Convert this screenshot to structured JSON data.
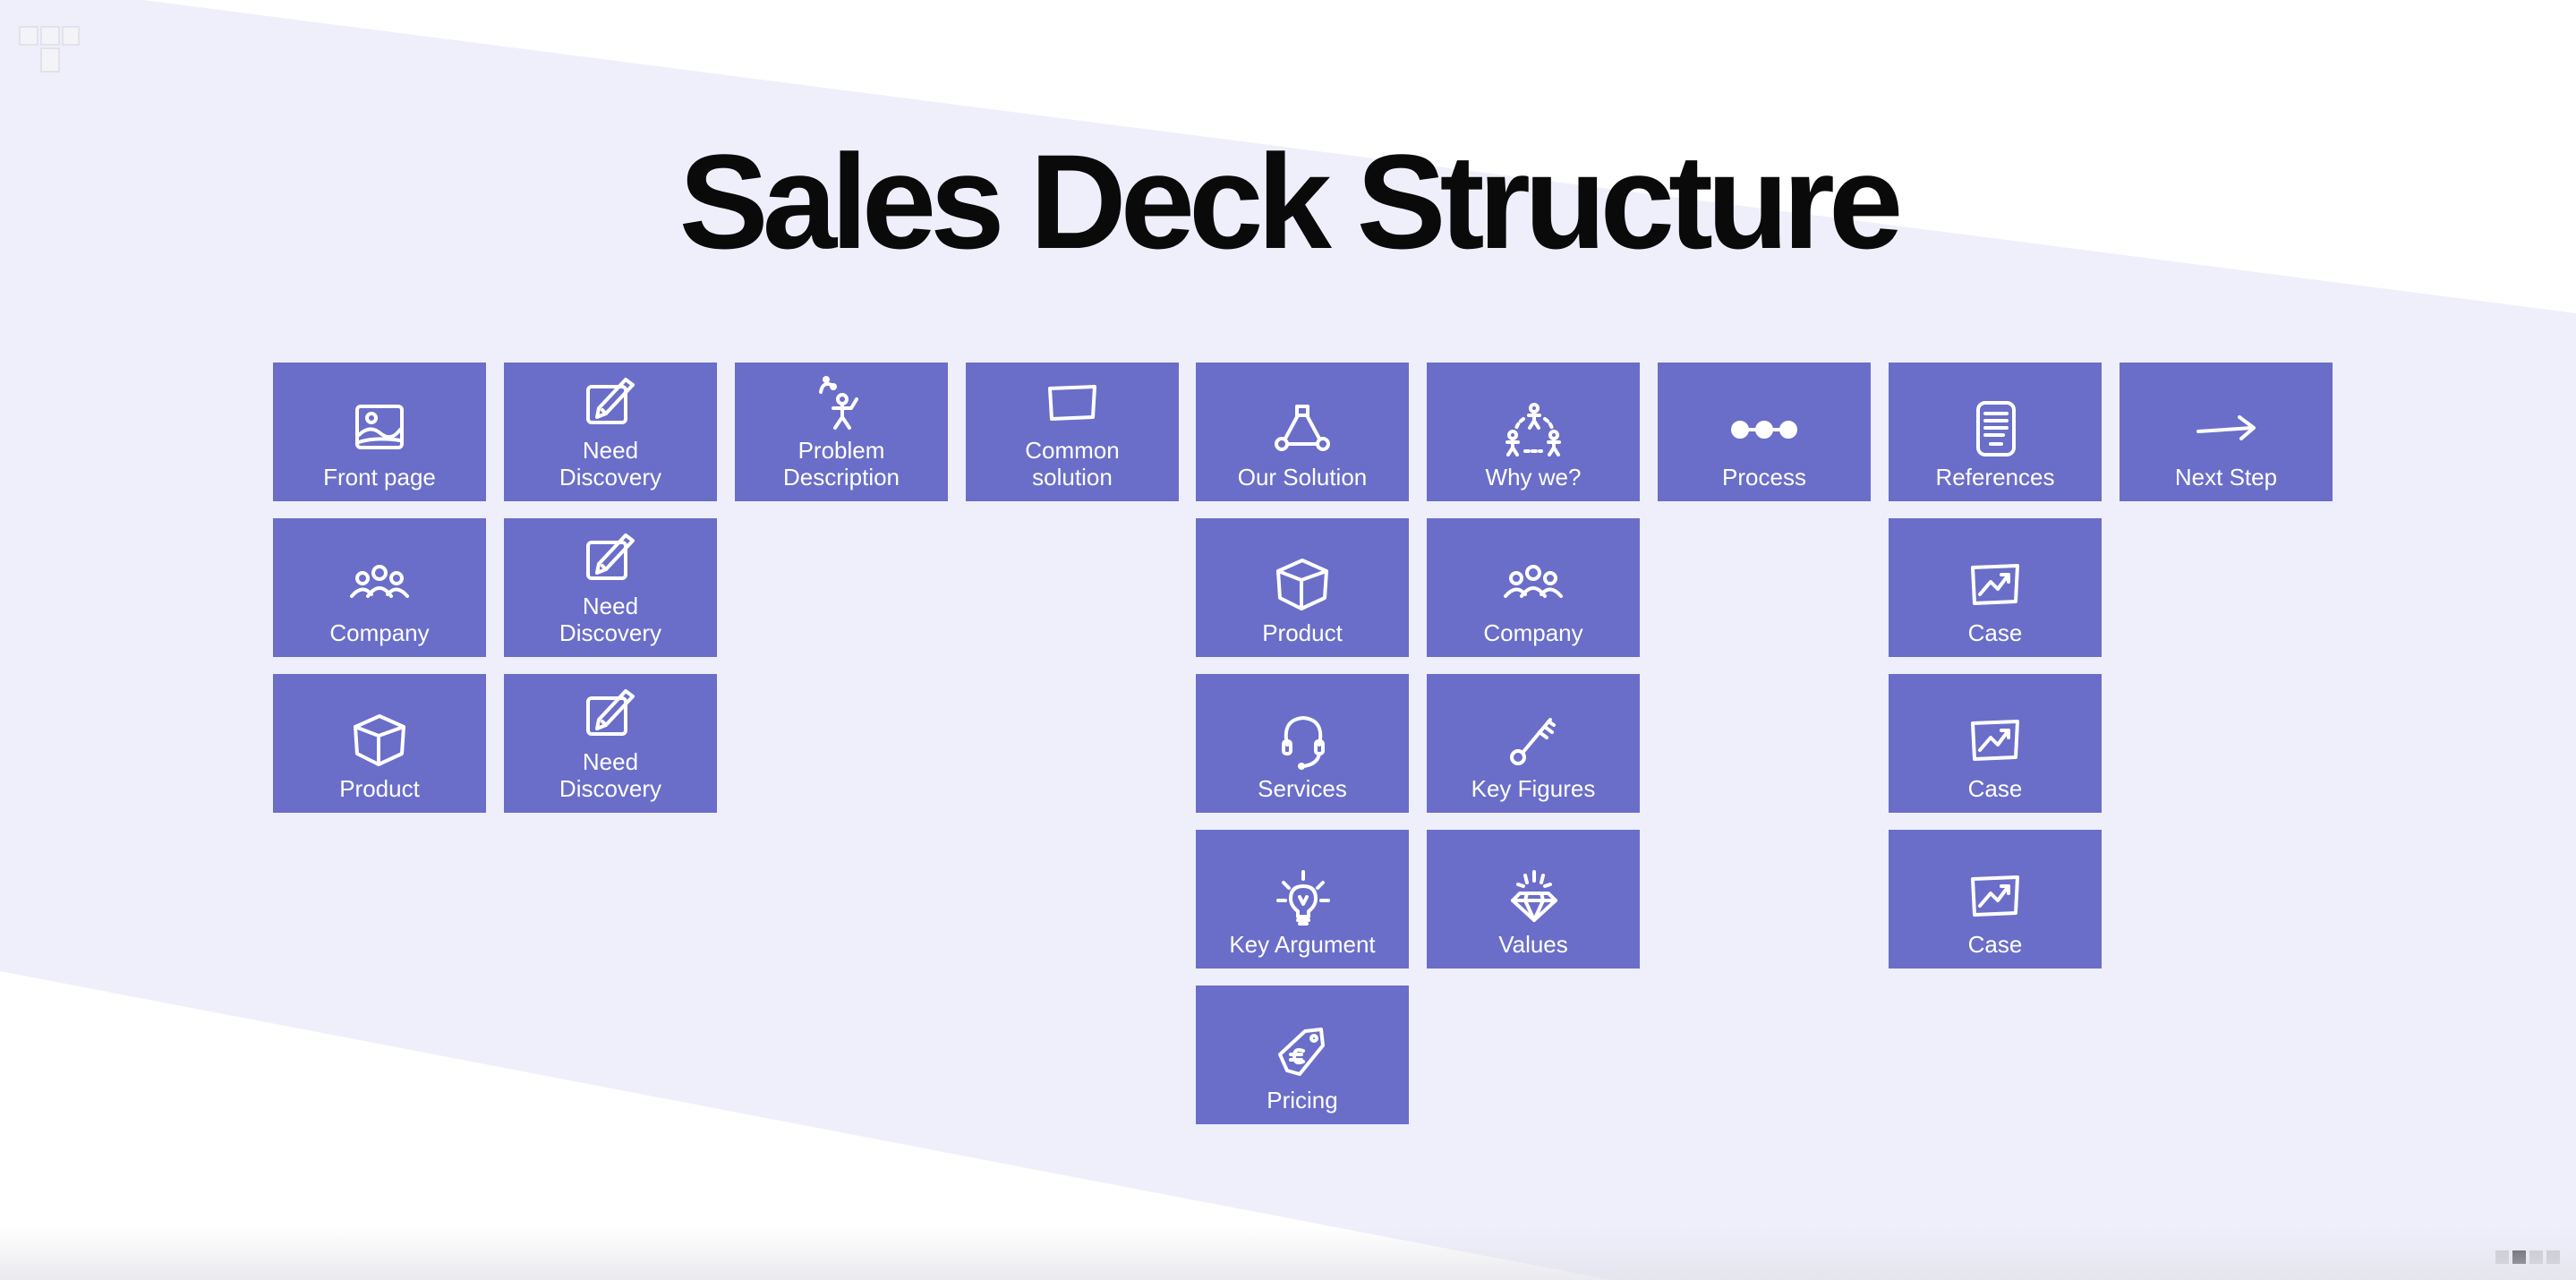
{
  "page": {
    "title": "Sales Deck Structure",
    "colors": {
      "tile": "#6a6ec9",
      "band": "#eeeffb",
      "text": "#0a0a0a"
    }
  },
  "columns": [
    {
      "id": "intro",
      "tiles": [
        {
          "label": "Front page",
          "icon": "image-icon"
        },
        {
          "label": "Company",
          "icon": "people-icon"
        },
        {
          "label": "Product",
          "icon": "box-icon"
        }
      ]
    },
    {
      "id": "discovery",
      "tiles": [
        {
          "label": "Need\nDiscovery",
          "icon": "pencil-note-icon"
        },
        {
          "label": "Need\nDiscovery",
          "icon": "pencil-note-icon"
        },
        {
          "label": "Need\nDiscovery",
          "icon": "pencil-note-icon"
        }
      ]
    },
    {
      "id": "problem",
      "tiles": [
        {
          "label": "Problem\nDescription",
          "icon": "juggler-icon"
        }
      ]
    },
    {
      "id": "common",
      "tiles": [
        {
          "label": "Common\nsolution",
          "icon": "rectangle-icon"
        }
      ]
    },
    {
      "id": "solution",
      "tiles": [
        {
          "label": "Our Solution",
          "icon": "network-icon"
        },
        {
          "label": "Product",
          "icon": "box-icon"
        },
        {
          "label": "Services",
          "icon": "headset-icon"
        },
        {
          "label": "Key Argument",
          "icon": "lightbulb-icon"
        },
        {
          "label": "Pricing",
          "icon": "price-tag-icon"
        }
      ]
    },
    {
      "id": "why",
      "tiles": [
        {
          "label": "Why we?",
          "icon": "team-cycle-icon"
        },
        {
          "label": "Company",
          "icon": "people-icon"
        },
        {
          "label": "Key Figures",
          "icon": "key-icon"
        },
        {
          "label": "Values",
          "icon": "diamond-icon"
        }
      ]
    },
    {
      "id": "process",
      "tiles": [
        {
          "label": "Process",
          "icon": "process-dots-icon"
        }
      ]
    },
    {
      "id": "references",
      "tiles": [
        {
          "label": "References",
          "icon": "document-icon"
        },
        {
          "label": "Case",
          "icon": "chart-icon"
        },
        {
          "label": "Case",
          "icon": "chart-icon"
        },
        {
          "label": "Case",
          "icon": "chart-icon"
        }
      ]
    },
    {
      "id": "next",
      "tiles": [
        {
          "label": "Next Step",
          "icon": "arrow-right-icon"
        }
      ]
    }
  ],
  "pager": {
    "total": 4,
    "active": 1
  }
}
